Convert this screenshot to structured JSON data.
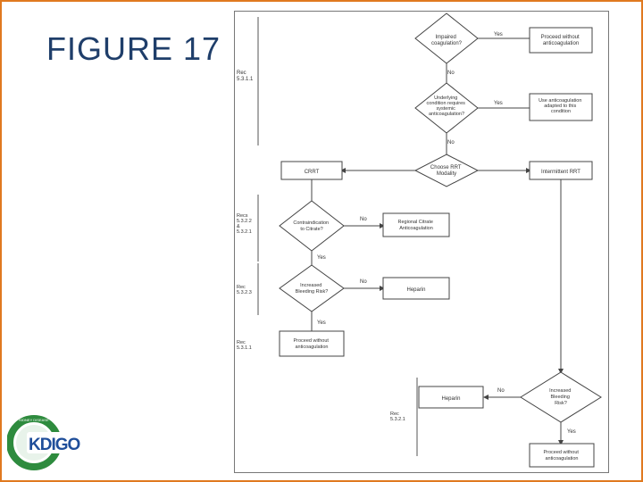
{
  "slide": {
    "title": "FIGURE 17",
    "accent_color": "#e0791f",
    "title_color": "#1f3e6a"
  },
  "logo": {
    "text": "KDIGO",
    "ring_text_top": "KIDNEY DISEASE",
    "ring_text_bottom": "IMPROVING GLOBAL OUTCOMES"
  },
  "flowchart": {
    "d1": [
      "Impaired",
      "coagulation?"
    ],
    "d1_yes": "Yes",
    "d1_yes_box": [
      "Proceed without",
      "anticoagulation"
    ],
    "d1_no": "No",
    "rec_top": [
      "Rec",
      "5.3.1.1"
    ],
    "d2": [
      "Underlying",
      "condition requires",
      "systemic",
      "anticoagulation?"
    ],
    "d2_yes": "Yes",
    "d2_yes_box": [
      "Use anticoagulation",
      "adapted to this",
      "condition"
    ],
    "d2_no": "No",
    "d3": [
      "Choose RRT",
      "Modality"
    ],
    "crrt": "CRRT",
    "intermittent": "Intermittent RRT",
    "rec_mid": [
      "Recs",
      "5.3.2.2",
      "&",
      "5.3.2.1"
    ],
    "d4": [
      "Contraindication",
      "to Citrate?"
    ],
    "d4_no": "No",
    "d4_no_box": [
      "Regional Citrate",
      "Anticoagulation"
    ],
    "d4_yes": "Yes",
    "rec_23": [
      "Rec",
      "5.3.2.3"
    ],
    "d5": [
      "Increased",
      "Bleeding Risk?"
    ],
    "d5_no": "No",
    "d5_no_box": "Heparin",
    "d5_yes": "Yes",
    "rec_low": [
      "Rec",
      "5.3.1.1"
    ],
    "d5_yes_box": [
      "Proceed without",
      "anticoagulation"
    ],
    "d6": [
      "Increased",
      "Bleeding",
      "Risk?"
    ],
    "d6_no": "No",
    "d6_no_box": "Heparin",
    "rec_21": [
      "Rec",
      "5.3.2.1"
    ],
    "d6_yes": "Yes",
    "d6_yes_box": [
      "Proceed without",
      "anticoagulation"
    ]
  }
}
